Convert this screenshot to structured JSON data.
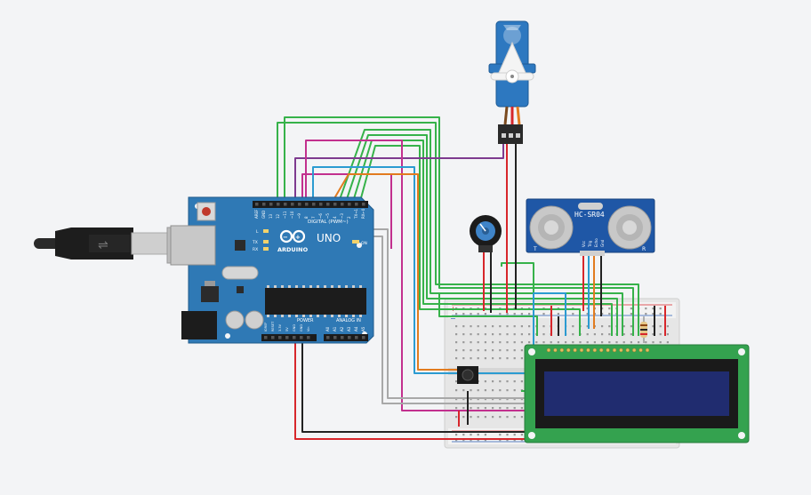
{
  "arduino": {
    "brand": "ARDUINO",
    "model": "UNO",
    "digital_label": "DIGITAL (PWM~)",
    "analog_label": "ANALOG IN",
    "power_label": "POWER",
    "on_label": "ON",
    "led_l": "L",
    "led_tx": "TX",
    "led_rx": "RX",
    "digital_pins": [
      "AREF",
      "GND",
      "13",
      "12",
      "~11",
      "~10",
      "~9",
      "8",
      "7",
      "~6",
      "~5",
      "4",
      "~3",
      "2",
      "TX→1",
      "RX←0"
    ],
    "power_pins": [
      "IOREF",
      "RESET",
      "3.3V",
      "5V",
      "GND",
      "GND",
      "Vin"
    ],
    "analog_pins": [
      "A0",
      "A1",
      "A2",
      "A3",
      "A4",
      "A5"
    ]
  },
  "ultrasonic": {
    "model": "HC-SR04",
    "pins": [
      "Vcc",
      "Trig",
      "Echo",
      "Gnd"
    ],
    "side_t": "T",
    "side_r": "R"
  },
  "breadboard": {
    "rail_plus": "+",
    "rail_minus": "−"
  },
  "colors": {
    "board": "#2f79b5",
    "wire_green": "#36b24a",
    "wire_magenta": "#c2308e",
    "wire_cyan": "#2b9bd1",
    "wire_orange": "#e27b1f",
    "wire_purple": "#7e3a8f",
    "wire_red": "#d7262b",
    "wire_black": "#222222",
    "wire_gray": "#a8a8a8",
    "servo": "#2d78c0",
    "lcd_pcb": "#34a24f",
    "lcd_screen": "#202c6f",
    "sensor_pcb": "#1f57a6"
  }
}
